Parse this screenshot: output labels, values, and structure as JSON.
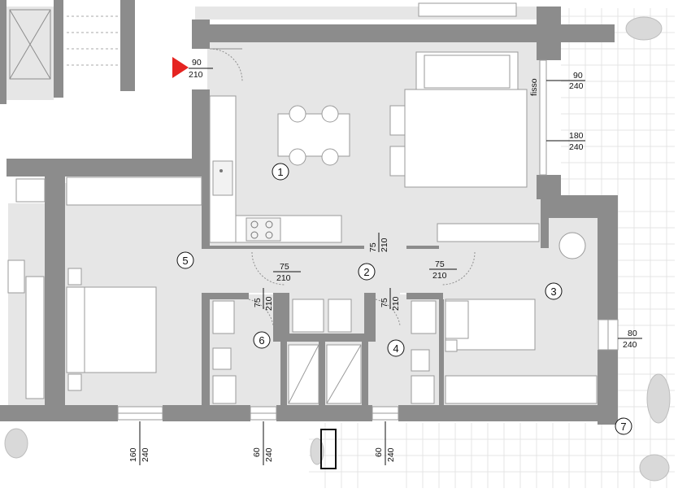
{
  "door_dimensions": {
    "entrance": {
      "width": "90",
      "height": "210"
    },
    "kitchen_living": {
      "width": "75",
      "height": "210"
    },
    "room5": {
      "width": "75",
      "height": "210"
    },
    "room3": {
      "width": "75",
      "height": "210"
    },
    "bath6": {
      "width": "75",
      "height": "210"
    },
    "bath4": {
      "width": "75",
      "height": "210"
    }
  },
  "window_dimensions": {
    "living_top": {
      "width": "90",
      "height": "240"
    },
    "living_fixed_label": "fisso",
    "living_right": {
      "width": "180",
      "height": "240"
    },
    "room3_right": {
      "width": "80",
      "height": "240"
    },
    "room5_bottom": {
      "width": "160",
      "height": "240"
    },
    "bath6_bottom": {
      "width": "60",
      "height": "240"
    },
    "bath4_bottom": {
      "width": "60",
      "height": "240"
    }
  },
  "rooms": [
    "1",
    "2",
    "3",
    "4",
    "5",
    "6",
    "7"
  ],
  "colors": {
    "wall": "#8c8c8c",
    "floor": "#e6e6e6",
    "entrance_marker": "#e52421"
  }
}
